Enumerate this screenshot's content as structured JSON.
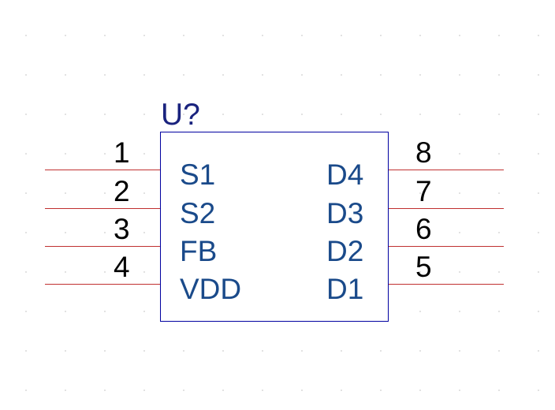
{
  "component": {
    "designator": "U?",
    "left_pins": [
      {
        "number": "1",
        "name": "S1"
      },
      {
        "number": "2",
        "name": "S2"
      },
      {
        "number": "3",
        "name": "FB"
      },
      {
        "number": "4",
        "name": "VDD"
      }
    ],
    "right_pins": [
      {
        "number": "8",
        "name": "D4"
      },
      {
        "number": "7",
        "name": "D3"
      },
      {
        "number": "6",
        "name": "D2"
      },
      {
        "number": "5",
        "name": "D1"
      }
    ]
  },
  "colors": {
    "body_outline": "#0000a0",
    "pin_line": "#c03030",
    "pin_name_text": "#1a4a8a",
    "pin_number_text": "#000000",
    "designator_text": "#1a237e",
    "grid_dot": "#c8c8c8"
  }
}
